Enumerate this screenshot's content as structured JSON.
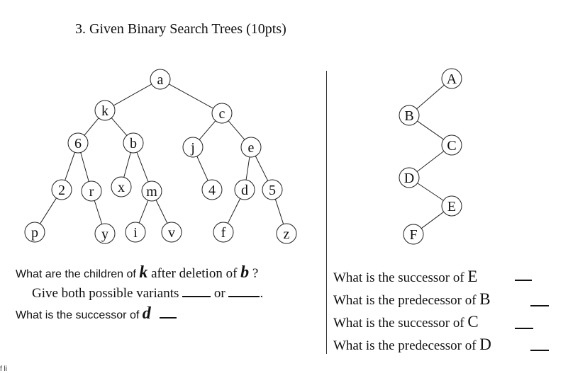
{
  "title": "3. Given Binary Search Trees  (10pts)",
  "tree_left": {
    "nodes": [
      {
        "id": "a",
        "label": "a"
      },
      {
        "id": "k",
        "label": "k"
      },
      {
        "id": "c",
        "label": "c"
      },
      {
        "id": "6",
        "label": "6"
      },
      {
        "id": "b",
        "label": "b"
      },
      {
        "id": "j",
        "label": "j"
      },
      {
        "id": "e",
        "label": "e"
      },
      {
        "id": "2",
        "label": "2"
      },
      {
        "id": "r",
        "label": "r"
      },
      {
        "id": "x",
        "label": "x"
      },
      {
        "id": "m",
        "label": "m"
      },
      {
        "id": "4",
        "label": "4"
      },
      {
        "id": "d",
        "label": "d"
      },
      {
        "id": "5",
        "label": "5"
      },
      {
        "id": "p",
        "label": "p"
      },
      {
        "id": "y",
        "label": "y"
      },
      {
        "id": "i",
        "label": "i"
      },
      {
        "id": "v",
        "label": "v"
      },
      {
        "id": "f",
        "label": "f"
      },
      {
        "id": "z",
        "label": "z"
      }
    ],
    "edges": [
      [
        "a",
        "k"
      ],
      [
        "a",
        "c"
      ],
      [
        "k",
        "6"
      ],
      [
        "k",
        "b"
      ],
      [
        "6",
        "2"
      ],
      [
        "6",
        "r"
      ],
      [
        "b",
        "x"
      ],
      [
        "b",
        "m"
      ],
      [
        "c",
        "j"
      ],
      [
        "c",
        "e"
      ],
      [
        "j",
        "4"
      ],
      [
        "e",
        "d"
      ],
      [
        "e",
        "5"
      ],
      [
        "2",
        "p"
      ],
      [
        "r",
        "y"
      ],
      [
        "m",
        "i"
      ],
      [
        "m",
        "v"
      ],
      [
        "d",
        "f"
      ],
      [
        "5",
        "z"
      ]
    ]
  },
  "tree_right": {
    "nodes": [
      {
        "id": "A",
        "label": "A"
      },
      {
        "id": "B",
        "label": "B"
      },
      {
        "id": "C",
        "label": "C"
      },
      {
        "id": "D",
        "label": "D"
      },
      {
        "id": "E",
        "label": "E"
      },
      {
        "id": "F",
        "label": "F"
      }
    ],
    "edges": [
      [
        "A",
        "B"
      ],
      [
        "B",
        "C"
      ],
      [
        "C",
        "D"
      ],
      [
        "D",
        "E"
      ],
      [
        "E",
        "F"
      ]
    ]
  },
  "questions_left": {
    "q1": {
      "pre": "What are the children of ",
      "var1": "k",
      "mid": " after deletion of ",
      "var2": "b",
      "post": " ?"
    },
    "q2": {
      "pre": "Give both possible  variants ",
      "mid": " or "
    },
    "q3": {
      "pre": "What is the successor of ",
      "var": "d"
    }
  },
  "questions_right": [
    {
      "pre": "What is the successor of ",
      "var": "E"
    },
    {
      "pre": "What is the predecessor of ",
      "var": "B"
    },
    {
      "pre": "What is the successor of ",
      "var": "C"
    },
    {
      "pre": "What is the predecessor of ",
      "var": "D"
    }
  ],
  "footer_fragment": "f li"
}
